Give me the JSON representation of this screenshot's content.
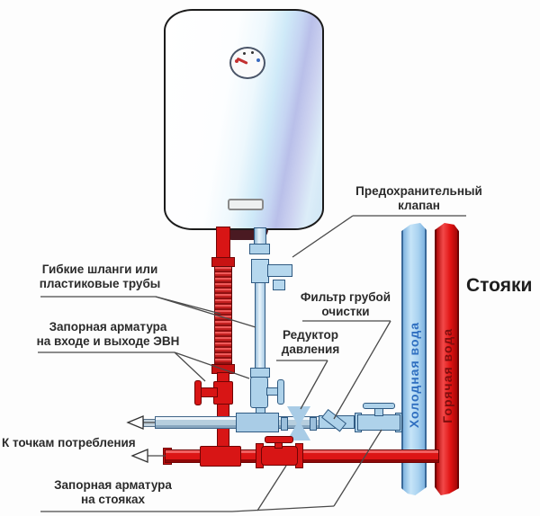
{
  "diagram": {
    "callouts": {
      "safety_valve": [
        "Предохранительный",
        "клапан"
      ],
      "flexible_hoses": [
        "Гибкие шланги или",
        "пластиковые трубы"
      ],
      "shutoff_heater": [
        "Запорная арматура",
        "на входе и выходе ЭВН"
      ],
      "coarse_filter": [
        "Фильтр грубой",
        "очистки"
      ],
      "pressure_reducer": [
        "Редуктор",
        "давления"
      ],
      "consumption_points": "К точкам потребления",
      "shutoff_risers": [
        "Запорная арматура",
        "на стояках"
      ],
      "risers_title": "Стояки"
    },
    "risers": {
      "cold_label": "Холодная вода",
      "hot_label": "Горячая вода"
    },
    "colors": {
      "cold_pipe_fill": "#aed2ea",
      "cold_riser_fill": "#a9d2f0",
      "hot_pipe_fill": "#dd1515",
      "cold_text": "#2f6fc0",
      "hot_text": "#7e0d0d",
      "leader_line": "#4a4a4a",
      "label_text": "#2b2b2b"
    }
  }
}
